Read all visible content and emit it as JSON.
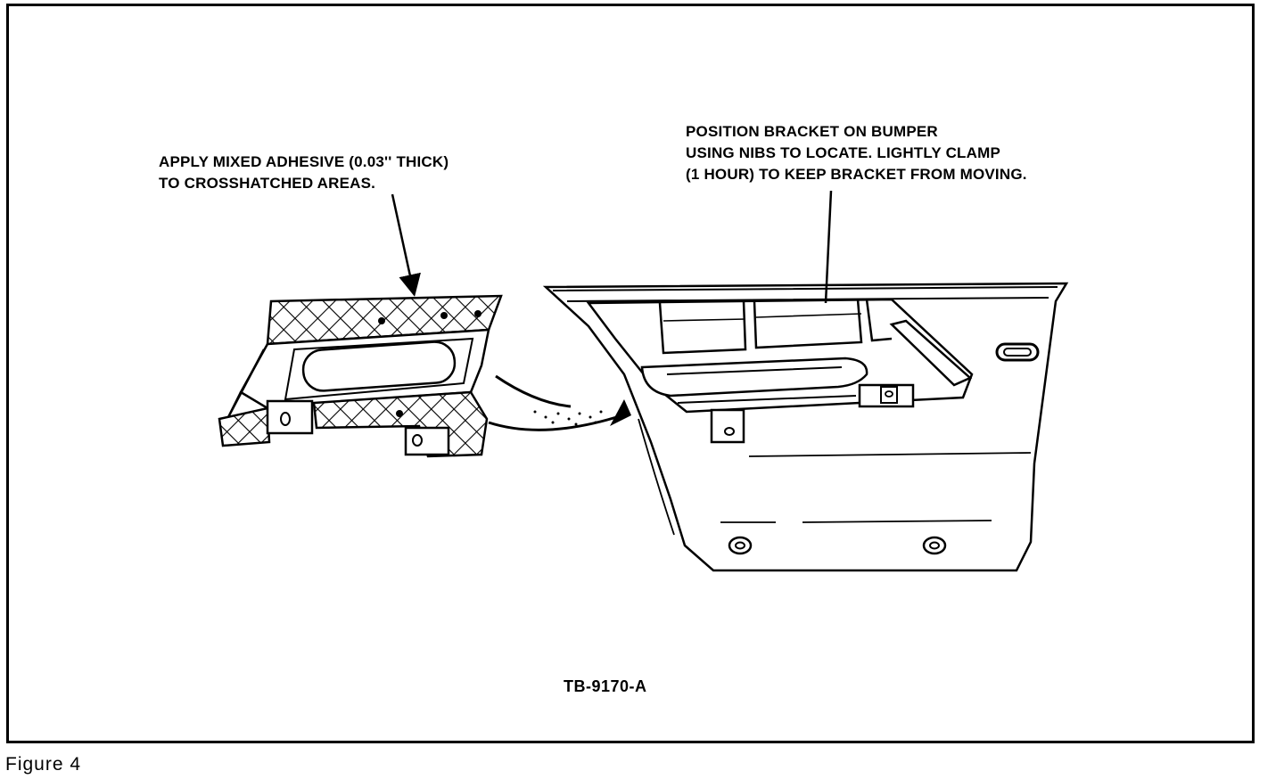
{
  "callouts": {
    "adhesive": {
      "line1": "APPLY MIXED ADHESIVE (0.03'' THICK)",
      "line2": "TO CROSSHATCHED AREAS."
    },
    "bracket": {
      "line1": "POSITION BRACKET ON BUMPER",
      "line2": "USING NIBS TO LOCATE. LIGHTLY CLAMP",
      "line3": "(1 HOUR) TO KEEP BRACKET FROM MOVING."
    }
  },
  "figure_id": "TB-9170-A",
  "figure_caption": "Figure 4"
}
